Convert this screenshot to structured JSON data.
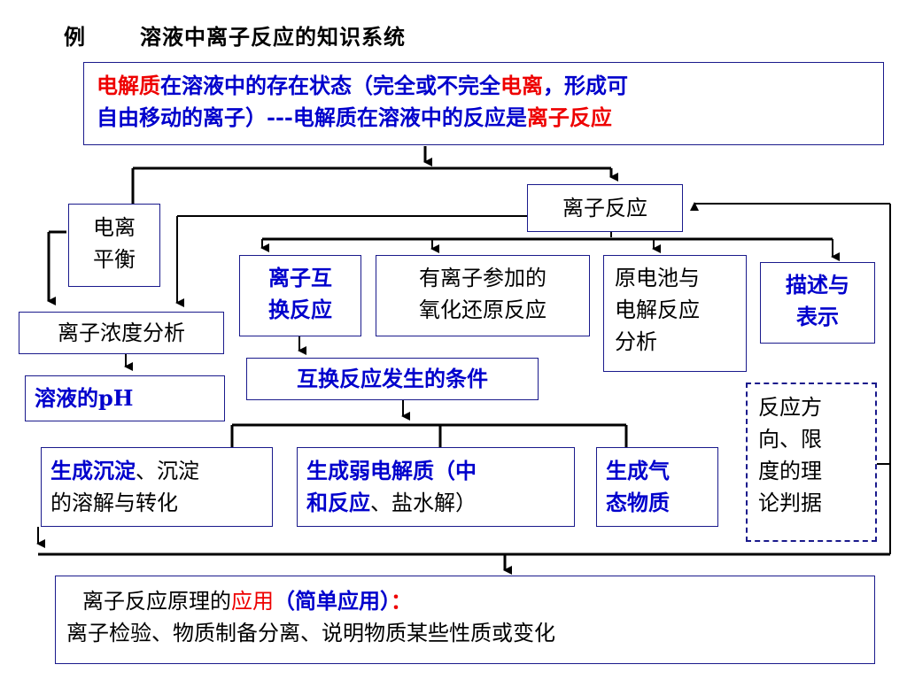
{
  "title": {
    "label": "例",
    "text": "溶液中离子反应的知识系统"
  },
  "top_box": {
    "line1": [
      {
        "t": "电解质",
        "c": "red"
      },
      {
        "t": "在溶液中的存在状态（完全或不完全",
        "c": "blue"
      },
      {
        "t": "电离",
        "c": "red"
      },
      {
        "t": "，形成可",
        "c": "blue"
      }
    ],
    "line2": [
      {
        "t": "自由移动的离子）---电解质在溶液中的反应是",
        "c": "blue"
      },
      {
        "t": "离子反应",
        "c": "red"
      }
    ]
  },
  "nodes": {
    "ion_reaction": "离子反应",
    "ionization_eq_1": "电离",
    "ionization_eq_2": "平衡",
    "ion_concentration": "离子浓度分析",
    "solution_ph": "溶液的pH",
    "ion_exchange_1": "离子互",
    "ion_exchange_2": "换反应",
    "redox_1": "有离子参加的",
    "redox_2": "氧化还原反应",
    "battery_1": "原电池与",
    "battery_2": "电解反应",
    "battery_3": "分析",
    "describe_1": "描述与",
    "describe_2": "表示",
    "exchange_conditions": "互换反应发生的条件",
    "precip_a": "生成沉淀",
    "precip_b": "、沉淀",
    "precip_c": "的溶解与转化",
    "weak_a": "生成弱电解质（",
    "weak_b": "中",
    "weak_c": "和反应",
    "weak_d": "、盐水解）",
    "gas_1": "生成气",
    "gas_2": "态物质",
    "direction_1": "反应方",
    "direction_2": "向、限",
    "direction_3": "度的理",
    "direction_4": "论判据"
  },
  "bottom_box": {
    "line1_a": "离子反应原理的",
    "line1_b": "应用",
    "line1_c": "（简单应用）",
    "line1_d": "：",
    "line2": "离子检验、物质制备分离、说明物质某些性质或变化"
  },
  "colors": {
    "red": "#ee0000",
    "blue": "#0000cc",
    "border": "#1a1a8c",
    "line": "#000000"
  }
}
